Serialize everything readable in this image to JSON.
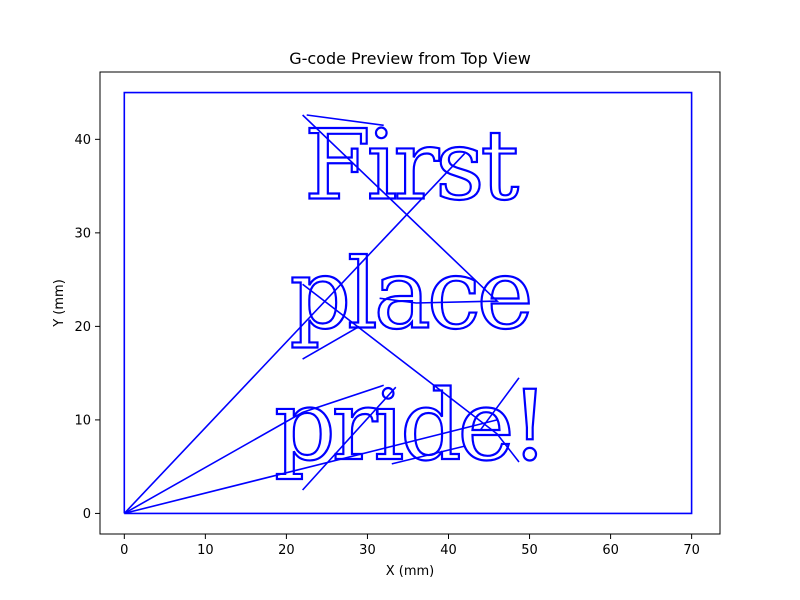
{
  "chart_data": {
    "type": "line",
    "title": "G-code Preview from Top View",
    "xlabel": "X (mm)",
    "ylabel": "Y (mm)",
    "xlim": [
      -3,
      73.5
    ],
    "ylim": [
      -2.2,
      47.2
    ],
    "xticks": [
      0,
      10,
      20,
      30,
      40,
      50,
      60,
      70
    ],
    "yticks": [
      0,
      10,
      20,
      30,
      40
    ],
    "grid": false,
    "line_color": "#0000ff",
    "text_lines": [
      "First",
      "place",
      "pride!"
    ],
    "text_baselines_y": [
      33.7,
      19.9,
      5.8
    ],
    "text_center_x": 35.2,
    "series": [
      {
        "points": [
          [
            0,
            0
          ],
          [
            70,
            0
          ],
          [
            70,
            45
          ],
          [
            0,
            45
          ],
          [
            0,
            0
          ]
        ]
      },
      {
        "points": [
          [
            0,
            0
          ],
          [
            42,
            38.5
          ]
        ]
      },
      {
        "points": [
          [
            0,
            0
          ],
          [
            22,
            10.8
          ],
          [
            32,
            13.7
          ]
        ]
      },
      {
        "points": [
          [
            0,
            0
          ],
          [
            46,
            10
          ]
        ]
      },
      {
        "points": [
          [
            22,
            42.6
          ],
          [
            46,
            22.7
          ],
          [
            36,
            22.5
          ],
          [
            31.5,
            23
          ]
        ]
      },
      {
        "points": [
          [
            22.5,
            42.6
          ],
          [
            32,
            41.5
          ]
        ]
      },
      {
        "points": [
          [
            22,
            24.5
          ],
          [
            46,
            8.5
          ],
          [
            48.7,
            5.5
          ]
        ]
      },
      {
        "points": [
          [
            22,
            16.5
          ],
          [
            29,
            20
          ]
        ]
      },
      {
        "points": [
          [
            22,
            2.5
          ],
          [
            33.5,
            13.5
          ]
        ]
      },
      {
        "points": [
          [
            33,
            5.3
          ],
          [
            42,
            7.2
          ]
        ]
      },
      {
        "points": [
          [
            44,
            9
          ],
          [
            48.7,
            14.5
          ]
        ]
      }
    ]
  }
}
